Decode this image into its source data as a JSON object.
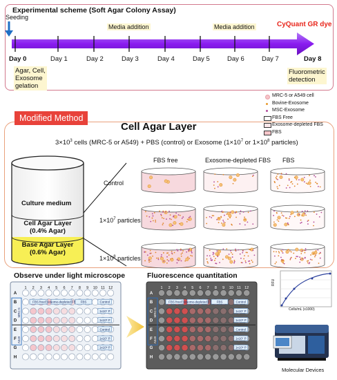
{
  "scheme": {
    "title": "Experimental scheme (Soft Agar Colony Assay)",
    "seeding": "Seeding",
    "days": [
      "Day 0",
      "Day 1",
      "Day 2",
      "Day 3",
      "Day 4",
      "Day 5",
      "Day 6",
      "Day 7",
      "Day 8"
    ],
    "media_addition": "Media addition",
    "cyquant": "CyQuant GR dye",
    "day0_note": [
      "Agar, Cell,",
      "Exosome",
      "gelation"
    ],
    "fluor_note": [
      "Fluorometric",
      "detection"
    ]
  },
  "legend": {
    "items": [
      "MRC-5 or A549 cell",
      "Bovine-Exosome",
      "MSC-Exosome",
      "FBS Free",
      "Exosome-depleted FBS",
      "FBS"
    ]
  },
  "method": {
    "badge": "Modified Method",
    "heading": "Cell Agar Layer",
    "cells_prefix": "3×10",
    "cells_exp": "3",
    "cells_mid": " cells (MRC-5 or A549) + PBS (control) or Exosome (1×10",
    "cells_exp2": "7",
    "cells_or": " or 1×10",
    "cells_exp3": "8",
    "cells_suffix": " particles)",
    "culture_medium": "Culture medium",
    "cell_agar": "Cell Agar Layer",
    "cell_agar_pct": "(0.4% Agar)",
    "base_agar": "Base Agar Layer",
    "base_agar_pct": "(0.6% Agar)",
    "col_headers": [
      "FBS free",
      "Exosome-depleted FBS",
      "FBS"
    ],
    "row_control": "Control",
    "row_1e7_prefix": "1×10",
    "row_1e7_exp": "7",
    "row_1e8_exp": "8",
    "row_suffix": " particles"
  },
  "bottom": {
    "observe": "Observe under light microscope",
    "fluor": "Fluorescence quantitation",
    "plate_cols": [
      "1",
      "2",
      "3",
      "4",
      "5",
      "6",
      "7",
      "8",
      "9",
      "10",
      "11",
      "12"
    ],
    "plate_rows": [
      "A",
      "B",
      "C",
      "D",
      "E",
      "F",
      "G",
      "H"
    ],
    "plate_labels": [
      "FBS free",
      "Exosome-depleted FBS",
      "FBS",
      "Control",
      "1x10⁷ P",
      "1x10⁸ P"
    ],
    "side_labels": [
      "MRC-5",
      "A549"
    ],
    "chart_ylabel": "RFU",
    "chart_xlabel": "Cells/mL (x1000)",
    "molecular_devices": "Molecular Devices"
  },
  "colors": {
    "arrow": "#8a1cf0",
    "badge": "#e8423a",
    "base_agar": "#f7ef55",
    "pink_dish": "#f7d9de",
    "seeding_arrow": "#1f6fc5"
  }
}
